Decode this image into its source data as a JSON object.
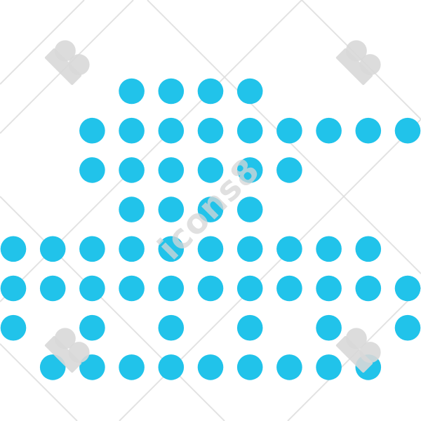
{
  "image": {
    "dot_color": "#21c3ea",
    "watermark_color": "#d8d8d8"
  },
  "pixel_pattern": {
    "rows": [
      [
        3,
        4,
        5,
        6
      ],
      [
        2,
        3,
        4,
        5,
        6,
        7,
        8,
        9,
        10
      ],
      [
        2,
        3,
        4,
        5,
        6,
        7
      ],
      [
        3,
        4,
        5,
        6
      ],
      [
        0,
        1,
        2,
        3,
        4,
        5,
        6,
        7,
        8,
        9
      ],
      [
        0,
        1,
        2,
        3,
        4,
        5,
        6,
        7,
        8,
        9,
        10
      ],
      [
        0,
        2,
        4,
        6,
        8,
        10
      ],
      [
        1,
        2,
        3,
        4,
        5,
        6,
        7,
        8,
        9
      ]
    ]
  },
  "watermark": {
    "text": "icons8",
    "logo_icon": "icons8-logo-icon"
  }
}
